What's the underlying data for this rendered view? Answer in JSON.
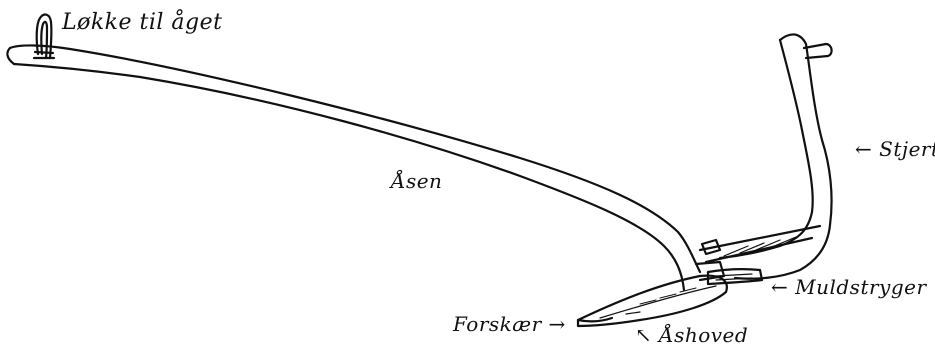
{
  "labels": {
    "loop": "Løkke til åget",
    "beam": "Åsen",
    "handles": "Stjerter",
    "mouldboard": "Muldstryger",
    "forskaer": "Forskær",
    "head": "Åshoved"
  },
  "arrows": {
    "handles_arrow": "←",
    "mouldboard_arrow": "←",
    "forskaer_arrow": "→",
    "head_arrow": "↖"
  },
  "colors": {
    "ink": "#111111",
    "paper": "#ffffff"
  }
}
